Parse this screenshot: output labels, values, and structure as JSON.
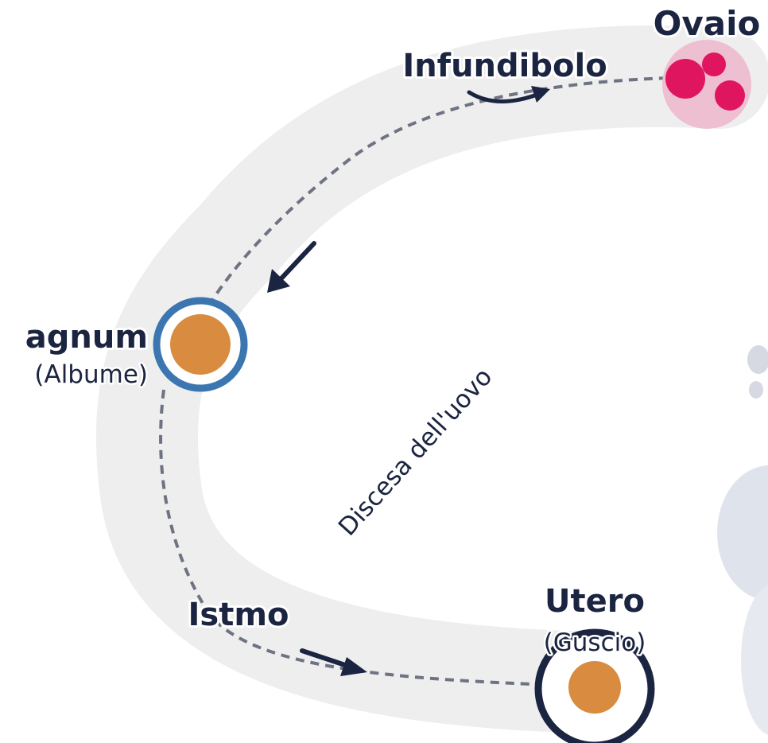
{
  "diagram": {
    "path_label": "Discesa dell'uovo",
    "stages": {
      "ovaio": {
        "name": "Ovaio"
      },
      "infundibolo": {
        "name": "Infundibolo"
      },
      "magnum": {
        "name": "agnum",
        "detail": "(Albume)"
      },
      "istmo": {
        "name": "Istmo"
      },
      "utero": {
        "name": "Utero",
        "detail": "(Guscio)"
      }
    }
  },
  "colors": {
    "band": "#eeeeef",
    "ink": "#1b2440",
    "dash": "#6e7382",
    "ovary_bg": "#eebfd0",
    "ovary_follicle": "#e0155f",
    "egg": "#d98c3f",
    "magnum_ring": "#3c76b0",
    "utero_ring": "#1b2440",
    "background_blob": "#dfe3ec"
  }
}
